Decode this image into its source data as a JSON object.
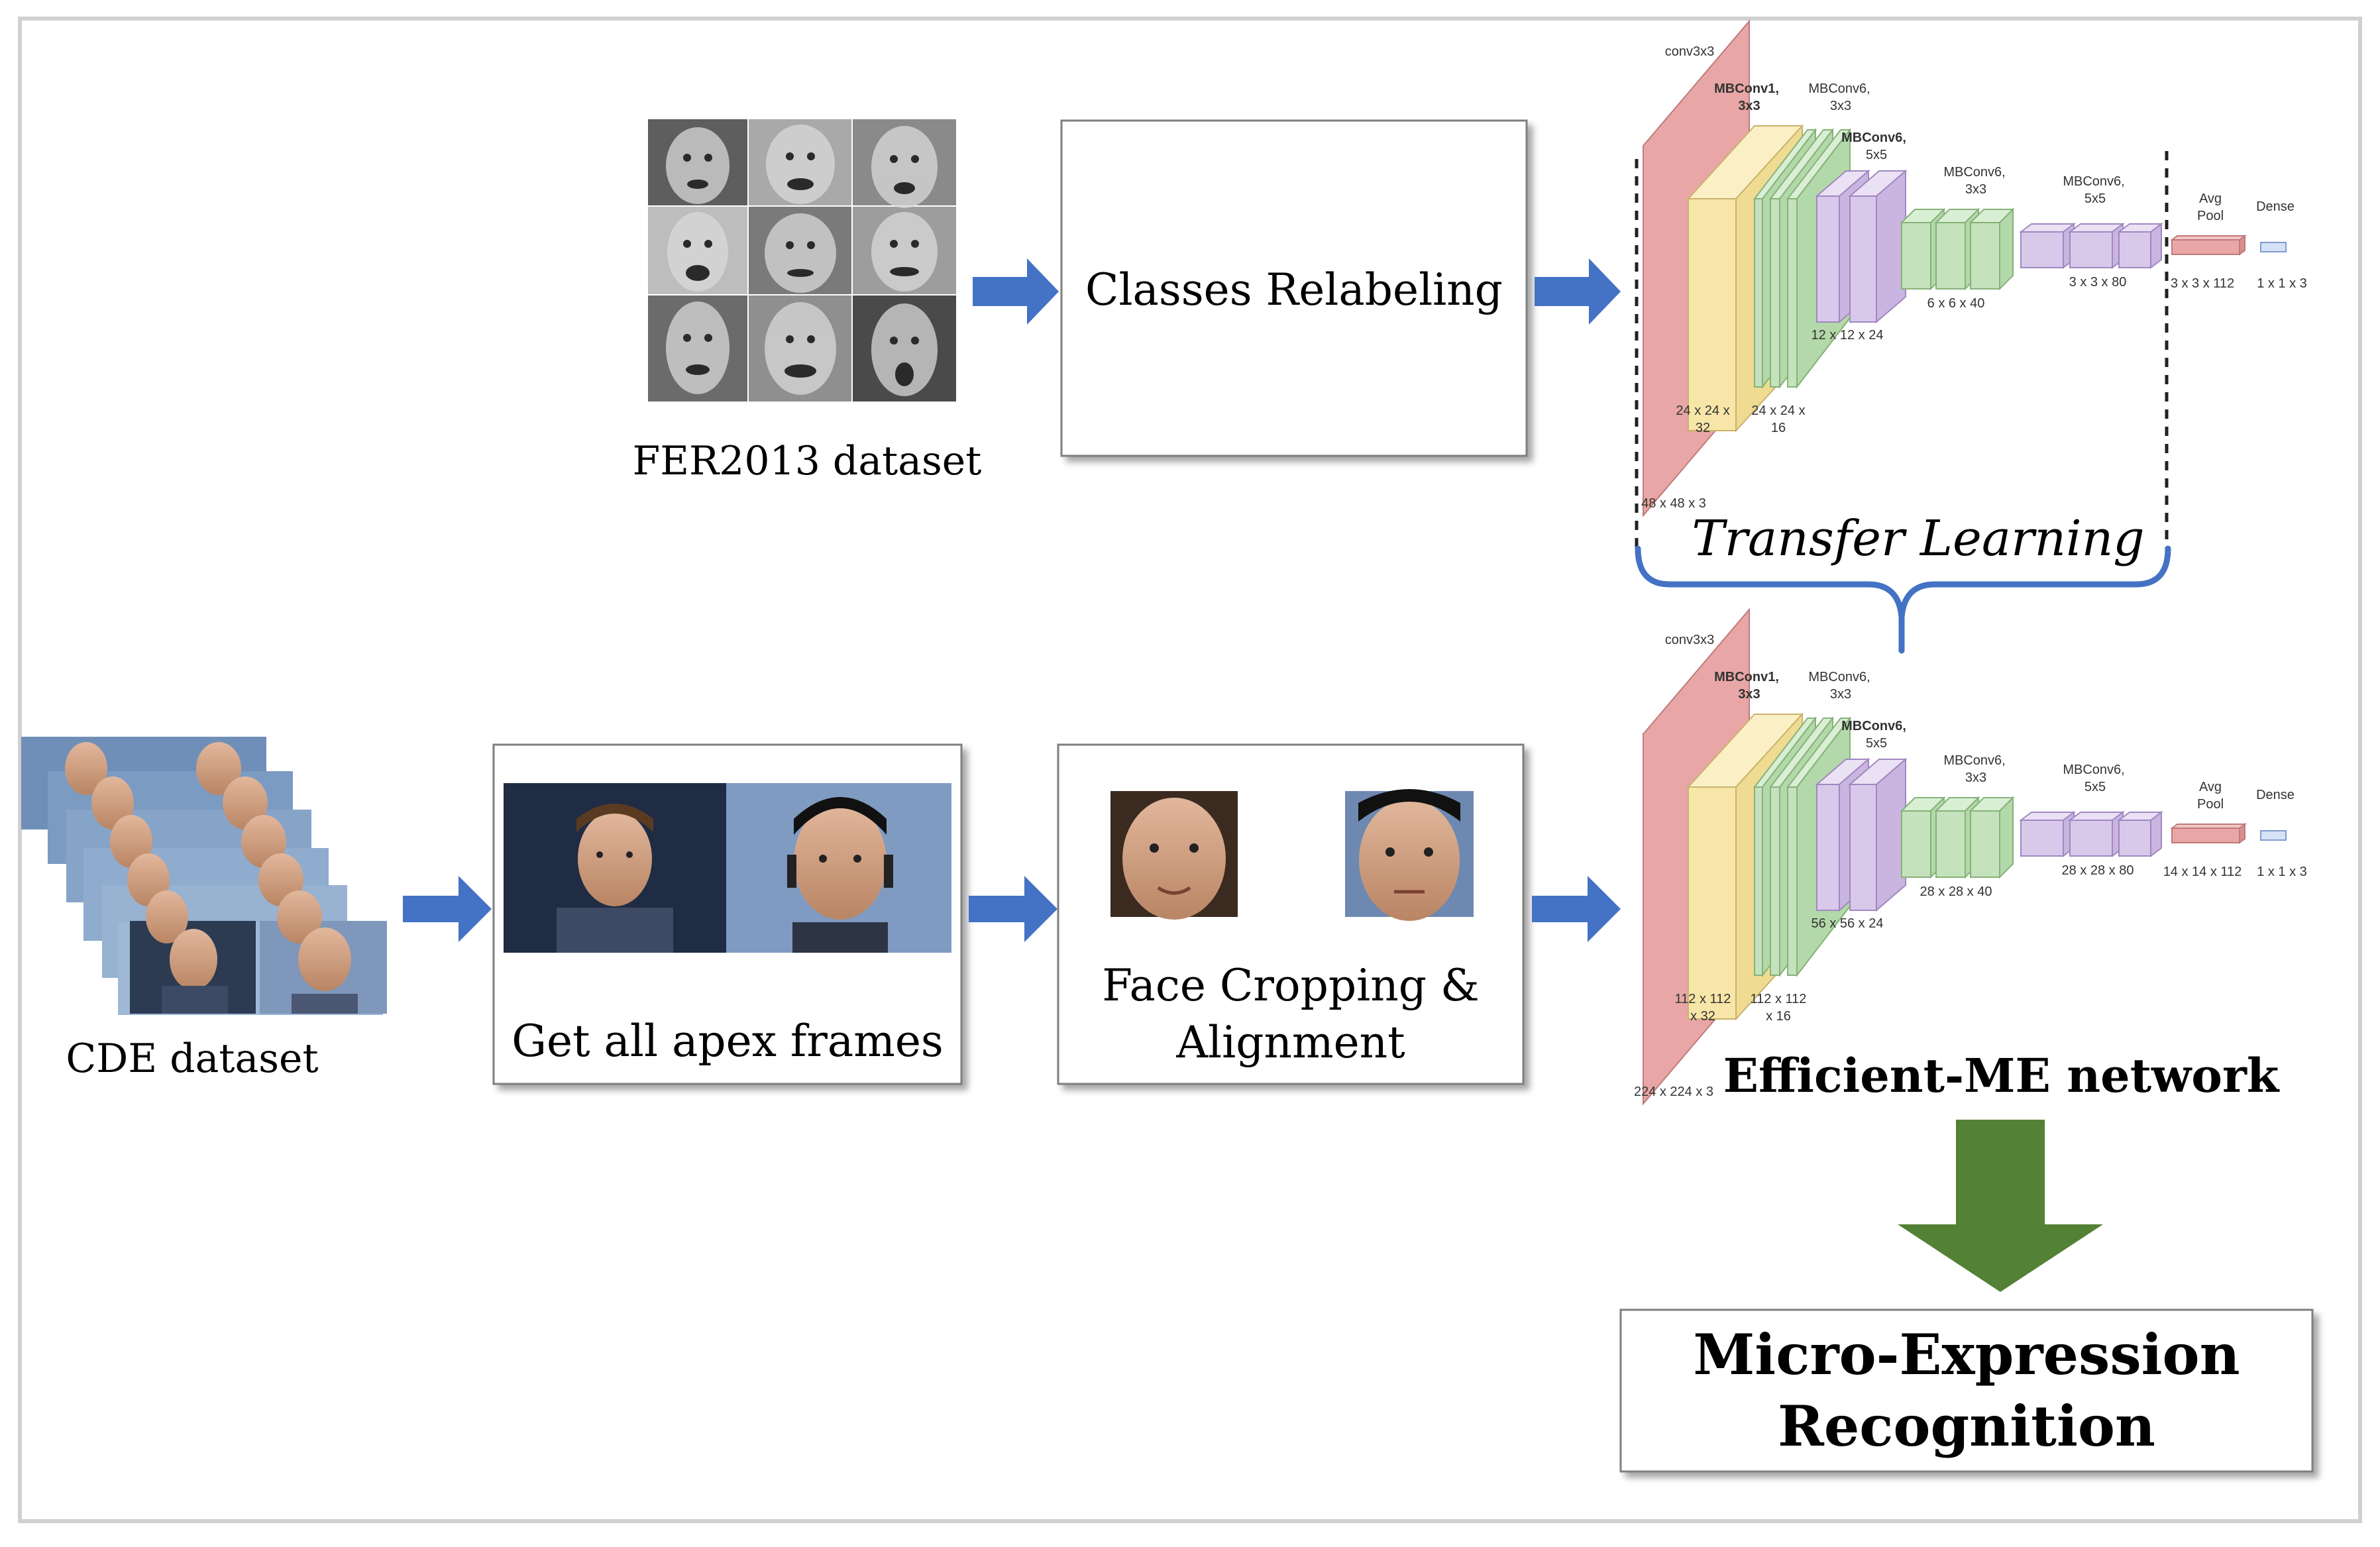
{
  "fer_dataset": {
    "caption": "FER2013 dataset"
  },
  "cde_dataset": {
    "caption": "CDE dataset"
  },
  "classes_relabeling": {
    "label": "Classes  Relabeling"
  },
  "apex_frames": {
    "label": "Get all apex frames"
  },
  "face_cropping": {
    "line1": "Face Cropping  &",
    "line2": "Alignment"
  },
  "transfer_learning": {
    "label": "Transfer Learning"
  },
  "efficient_me": {
    "label": "Efficient-ME network"
  },
  "result": {
    "line1": "Micro-Expression",
    "line2": "Recognition"
  },
  "network_top": {
    "conv": "conv3x3",
    "mb1": [
      "MBConv1,",
      "3x3"
    ],
    "mb2": [
      "MBConv6,",
      "3x3"
    ],
    "mb3": [
      "MBConv6,",
      "5x5"
    ],
    "mb4": [
      "MBConv6,",
      "3x3"
    ],
    "mb5": [
      "MBConv6,",
      "5x5"
    ],
    "avgpool": [
      "Avg",
      "Pool"
    ],
    "dense": "Dense",
    "dim_input": "48 x 48 x 3",
    "dim_yellow": [
      "24 x 24 x",
      "32"
    ],
    "dim_green1": [
      "24 x 24 x",
      "16"
    ],
    "dim_purple1": "12 x 12 x 24",
    "dim_green2": "6 x 6 x 40",
    "dim_purple2": "3 x 3 x 80",
    "dim_pool": "3 x 3 x 112",
    "dim_dense": "1 x 1 x 3"
  },
  "network_bottom": {
    "conv": "conv3x3",
    "mb1": [
      "MBConv1,",
      "3x3"
    ],
    "mb2": [
      "MBConv6,",
      "3x3"
    ],
    "mb3": [
      "MBConv6,",
      "5x5"
    ],
    "mb4": [
      "MBConv6,",
      "3x3"
    ],
    "mb5": [
      "MBConv6,",
      "5x5"
    ],
    "avgpool": [
      "Avg",
      "Pool"
    ],
    "dense": "Dense",
    "dim_input": "224 x 224 x 3",
    "dim_yellow": [
      "112 x 112",
      "x 32"
    ],
    "dim_green1": [
      "112 x 112",
      "x 16"
    ],
    "dim_purple1": "56 x 56 x 24",
    "dim_green2": "28 x 28 x 40",
    "dim_purple2": "28 x 28 x 80",
    "dim_pool": "14 x 14 x 112",
    "dim_dense": "1 x 1 x 3"
  },
  "colors": {
    "arrow_blue": "#4472c4",
    "arrow_green": "#538135",
    "brace_blue": "#4472c4",
    "layer_red": "#e8a6a6",
    "layer_yellow": "#f8e6a8",
    "layer_green": "#c4e2bc",
    "layer_purple": "#d8c8ea"
  }
}
